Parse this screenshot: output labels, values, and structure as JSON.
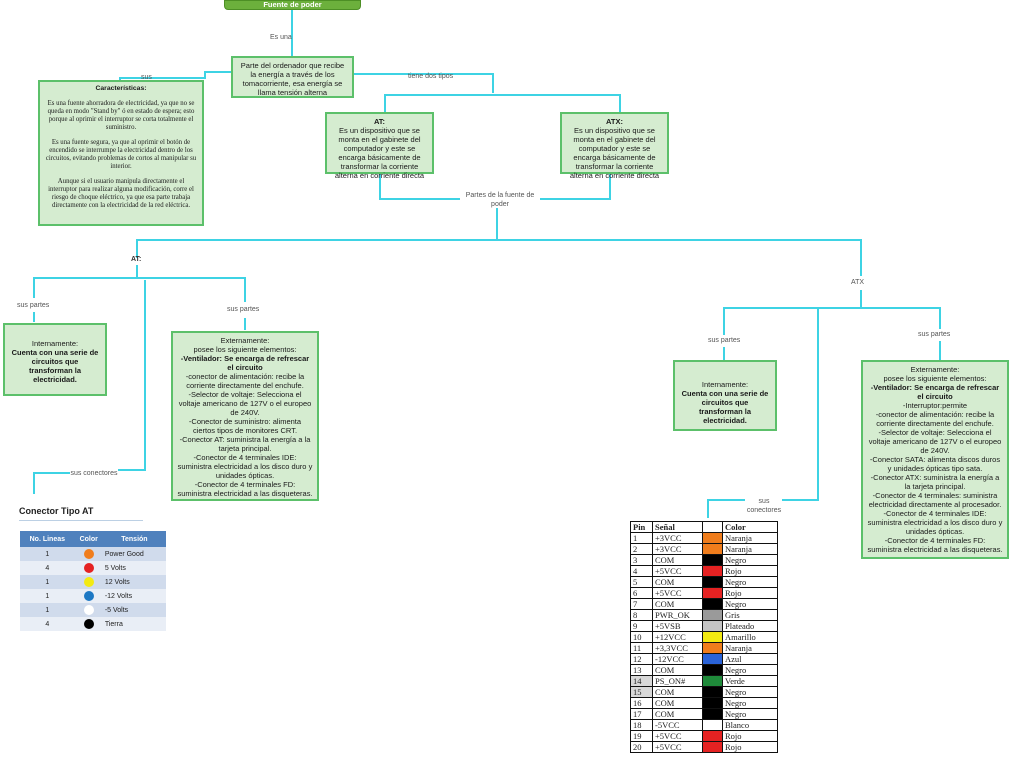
{
  "root": {
    "title": "Fuente de poder"
  },
  "labels": {
    "es_una": "Es una",
    "sus": "sus",
    "tiene_dos_tipos": "tiene dos tipos",
    "partes_fuente": "Partes de la fuente de poder",
    "at_branch": "AT:",
    "atx_branch": "ATX",
    "sus_partes": "sus partes",
    "sus_conectores": "sus conectores"
  },
  "definition": "Parte del ordenador que recibe la energía a través de los tomacorriente, esa energía se llama tensión alterna",
  "caracteristicas": {
    "title": "Características:",
    "paragraphs": [
      "Es una fuente ahorradora de electricidad, ya que no se queda en modo \"Stand by\" ó en estado de espera; esto porque al oprimir el interruptor se corta totalmente el suministro.",
      "Es una fuente segura, ya que al oprimir el botón de encendido se interrumpe la electricidad dentro de los circuitos, evitando problemas de cortos al manipular su interior.",
      "Aunque si el usuario manipula directamente el interruptor para realizar alguna modificación, corre el riesgo de choque eléctrico, ya que esa parte trabaja directamente con la electricidad de la red eléctrica."
    ]
  },
  "type_at": {
    "title": "AT:",
    "text": "Es un dispositivo que se monta en el gabinete del computador y este se encarga básicamente de transformar  la corriente alterna en corriente directa"
  },
  "type_atx": {
    "title": "ATX:",
    "text": "Es un dispositivo que se monta en el gabinete del computador y este se encarga básicamente de transformar  la corriente alterna en corriente directa"
  },
  "at_internal": {
    "title": "Internamente:",
    "text": "Cuenta con una serie de circuitos que transforman la electricidad."
  },
  "at_external": {
    "title": "Externamente:",
    "lines": [
      "posee los siguiente elementos:",
      "-Ventilador: Se encarga de refrescar el circuito",
      "-conector de alimentación: recibe la corriente directamente del enchufe.",
      "-Selector de voltaje: Selecciona el voltaje americano de 127V o el europeo de 240V.",
      "-Conector de suministro: alimenta ciertos tipos de monitores CRT.",
      "-Conector AT: suministra la energía a la tarjeta principal.",
      "-Conector de 4 terminales IDE: suministra electricidad a los disco duro y unidades ópticas.",
      "-Conector de 4 terminales FD: suministra electricidad a las disqueteras."
    ]
  },
  "atx_internal": {
    "title": "Internamente:",
    "text": "Cuenta con una serie de circuitos que transforman la electricidad."
  },
  "atx_external": {
    "title": "Externamente:",
    "lines": [
      "posee los siguiente elementos:",
      "-Ventilador: Se encarga de refrescar el circuito",
      "-Interruptor:permite",
      "-conector de alimentación: recibe la corriente directamente del enchufe.",
      "-Selector de voltaje: Selecciona el voltaje americano de 127V o el europeo de 240V.",
      "-Conector SATA: alimenta discos duros y unidades ópticas tipo sata.",
      "-Conector ATX: suministra la energía a la tarjeta principal.",
      "-Conector de 4 terminales: suministra electricidad directamente al procesador.",
      "-Conector de 4 terminales IDE: suministra electricidad a los disco duro y unidades ópticas.",
      "-Conector de 4 terminales FD: suministra electricidad a las disqueteras."
    ]
  },
  "at_table": {
    "title": "Conector Tipo AT",
    "headers": [
      "No. Lineas",
      "Color",
      "Tensión"
    ],
    "rows": [
      {
        "n": "1",
        "color": "#f07d1c",
        "v": "Power Good"
      },
      {
        "n": "4",
        "color": "#e52222",
        "v": "5 Volts"
      },
      {
        "n": "1",
        "color": "#f3ea12",
        "v": "12 Volts"
      },
      {
        "n": "1",
        "color": "#1c78c4",
        "v": "-12 Volts"
      },
      {
        "n": "1",
        "color": "#ffffff",
        "v": "-5 Volts"
      },
      {
        "n": "4",
        "color": "#000000",
        "v": "Tierra"
      }
    ]
  },
  "pin_table": {
    "headers": [
      "Pin",
      "Señal",
      "",
      "Color"
    ],
    "rows": [
      {
        "pin": "1",
        "sig": "+3VCC",
        "sw": "#f07d1c",
        "color": "Naranja"
      },
      {
        "pin": "2",
        "sig": "+3VCC",
        "sw": "#f07d1c",
        "color": "Naranja"
      },
      {
        "pin": "3",
        "sig": "COM",
        "sw": "#000000",
        "color": "Negro"
      },
      {
        "pin": "4",
        "sig": "+5VCC",
        "sw": "#e52222",
        "color": "Rojo"
      },
      {
        "pin": "5",
        "sig": "COM",
        "sw": "#000000",
        "color": "Negro"
      },
      {
        "pin": "6",
        "sig": "+5VCC",
        "sw": "#e52222",
        "color": "Rojo"
      },
      {
        "pin": "7",
        "sig": "COM",
        "sw": "#000000",
        "color": "Negro"
      },
      {
        "pin": "8",
        "sig": "PWR_OK",
        "sw": "#9a9a9a",
        "color": "Gris"
      },
      {
        "pin": "9",
        "sig": "+5VSB",
        "sw": "#c4c4c4",
        "color": "Plateado"
      },
      {
        "pin": "10",
        "sig": "+12VCC",
        "sw": "#f3ea12",
        "color": "Amarillo"
      },
      {
        "pin": "11",
        "sig": "+3,3VCC",
        "sw": "#f07d1c",
        "color": "Naranja"
      },
      {
        "pin": "12",
        "sig": "-12VCC",
        "sw": "#2a63d8",
        "color": "Azul"
      },
      {
        "pin": "13",
        "sig": "COM",
        "sw": "#000000",
        "color": "Negro"
      },
      {
        "pin": "14",
        "sig": "PS_ON#",
        "sw": "#1f8a3a",
        "color": "Verde"
      },
      {
        "pin": "15",
        "sig": "COM",
        "sw": "#000000",
        "color": "Negro"
      },
      {
        "pin": "16",
        "sig": "COM",
        "sw": "#000000",
        "color": "Negro"
      },
      {
        "pin": "17",
        "sig": "COM",
        "sw": "#000000",
        "color": "Negro"
      },
      {
        "pin": "18",
        "sig": "-5VCC",
        "sw": "#ffffff",
        "color": "Blanco"
      },
      {
        "pin": "19",
        "sig": "+5VCC",
        "sw": "#e52222",
        "color": "Rojo"
      },
      {
        "pin": "20",
        "sig": "+5VCC",
        "sw": "#e52222",
        "color": "Rojo"
      }
    ]
  }
}
